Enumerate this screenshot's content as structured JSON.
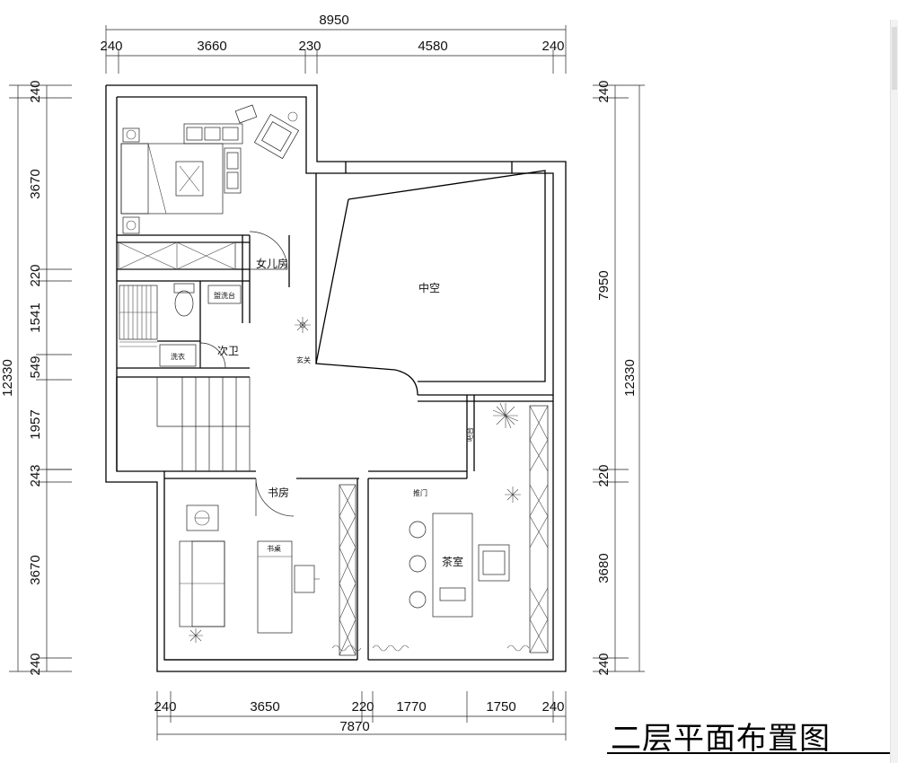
{
  "title": "二层平面布置图",
  "dimensions": {
    "top_total": "8950",
    "top_segments": [
      "240",
      "3660",
      "230",
      "4580",
      "240"
    ],
    "bottom_total": "7870",
    "bottom_segments": [
      "240",
      "3650",
      "220",
      "1770",
      "1750",
      "240"
    ],
    "left_total": "12330",
    "left_segments": [
      "240",
      "3670",
      "220",
      "1541",
      "549",
      "1957",
      "243",
      "3670",
      "240"
    ],
    "right_total": "12330",
    "right_segments": [
      "240",
      "7950",
      "220",
      "3680",
      "240"
    ]
  },
  "rooms": {
    "daughter_room": "女儿房",
    "void": "中空",
    "secondary_bath": "次卫",
    "entrance": "玄关",
    "study": "书房",
    "tea_room": "茶室"
  },
  "fixtures": {
    "study_desk": "书桌",
    "tea_door": "推门",
    "side_cabinet": "吧台",
    "vanity": "盥洗台",
    "laundry": "洗衣"
  }
}
